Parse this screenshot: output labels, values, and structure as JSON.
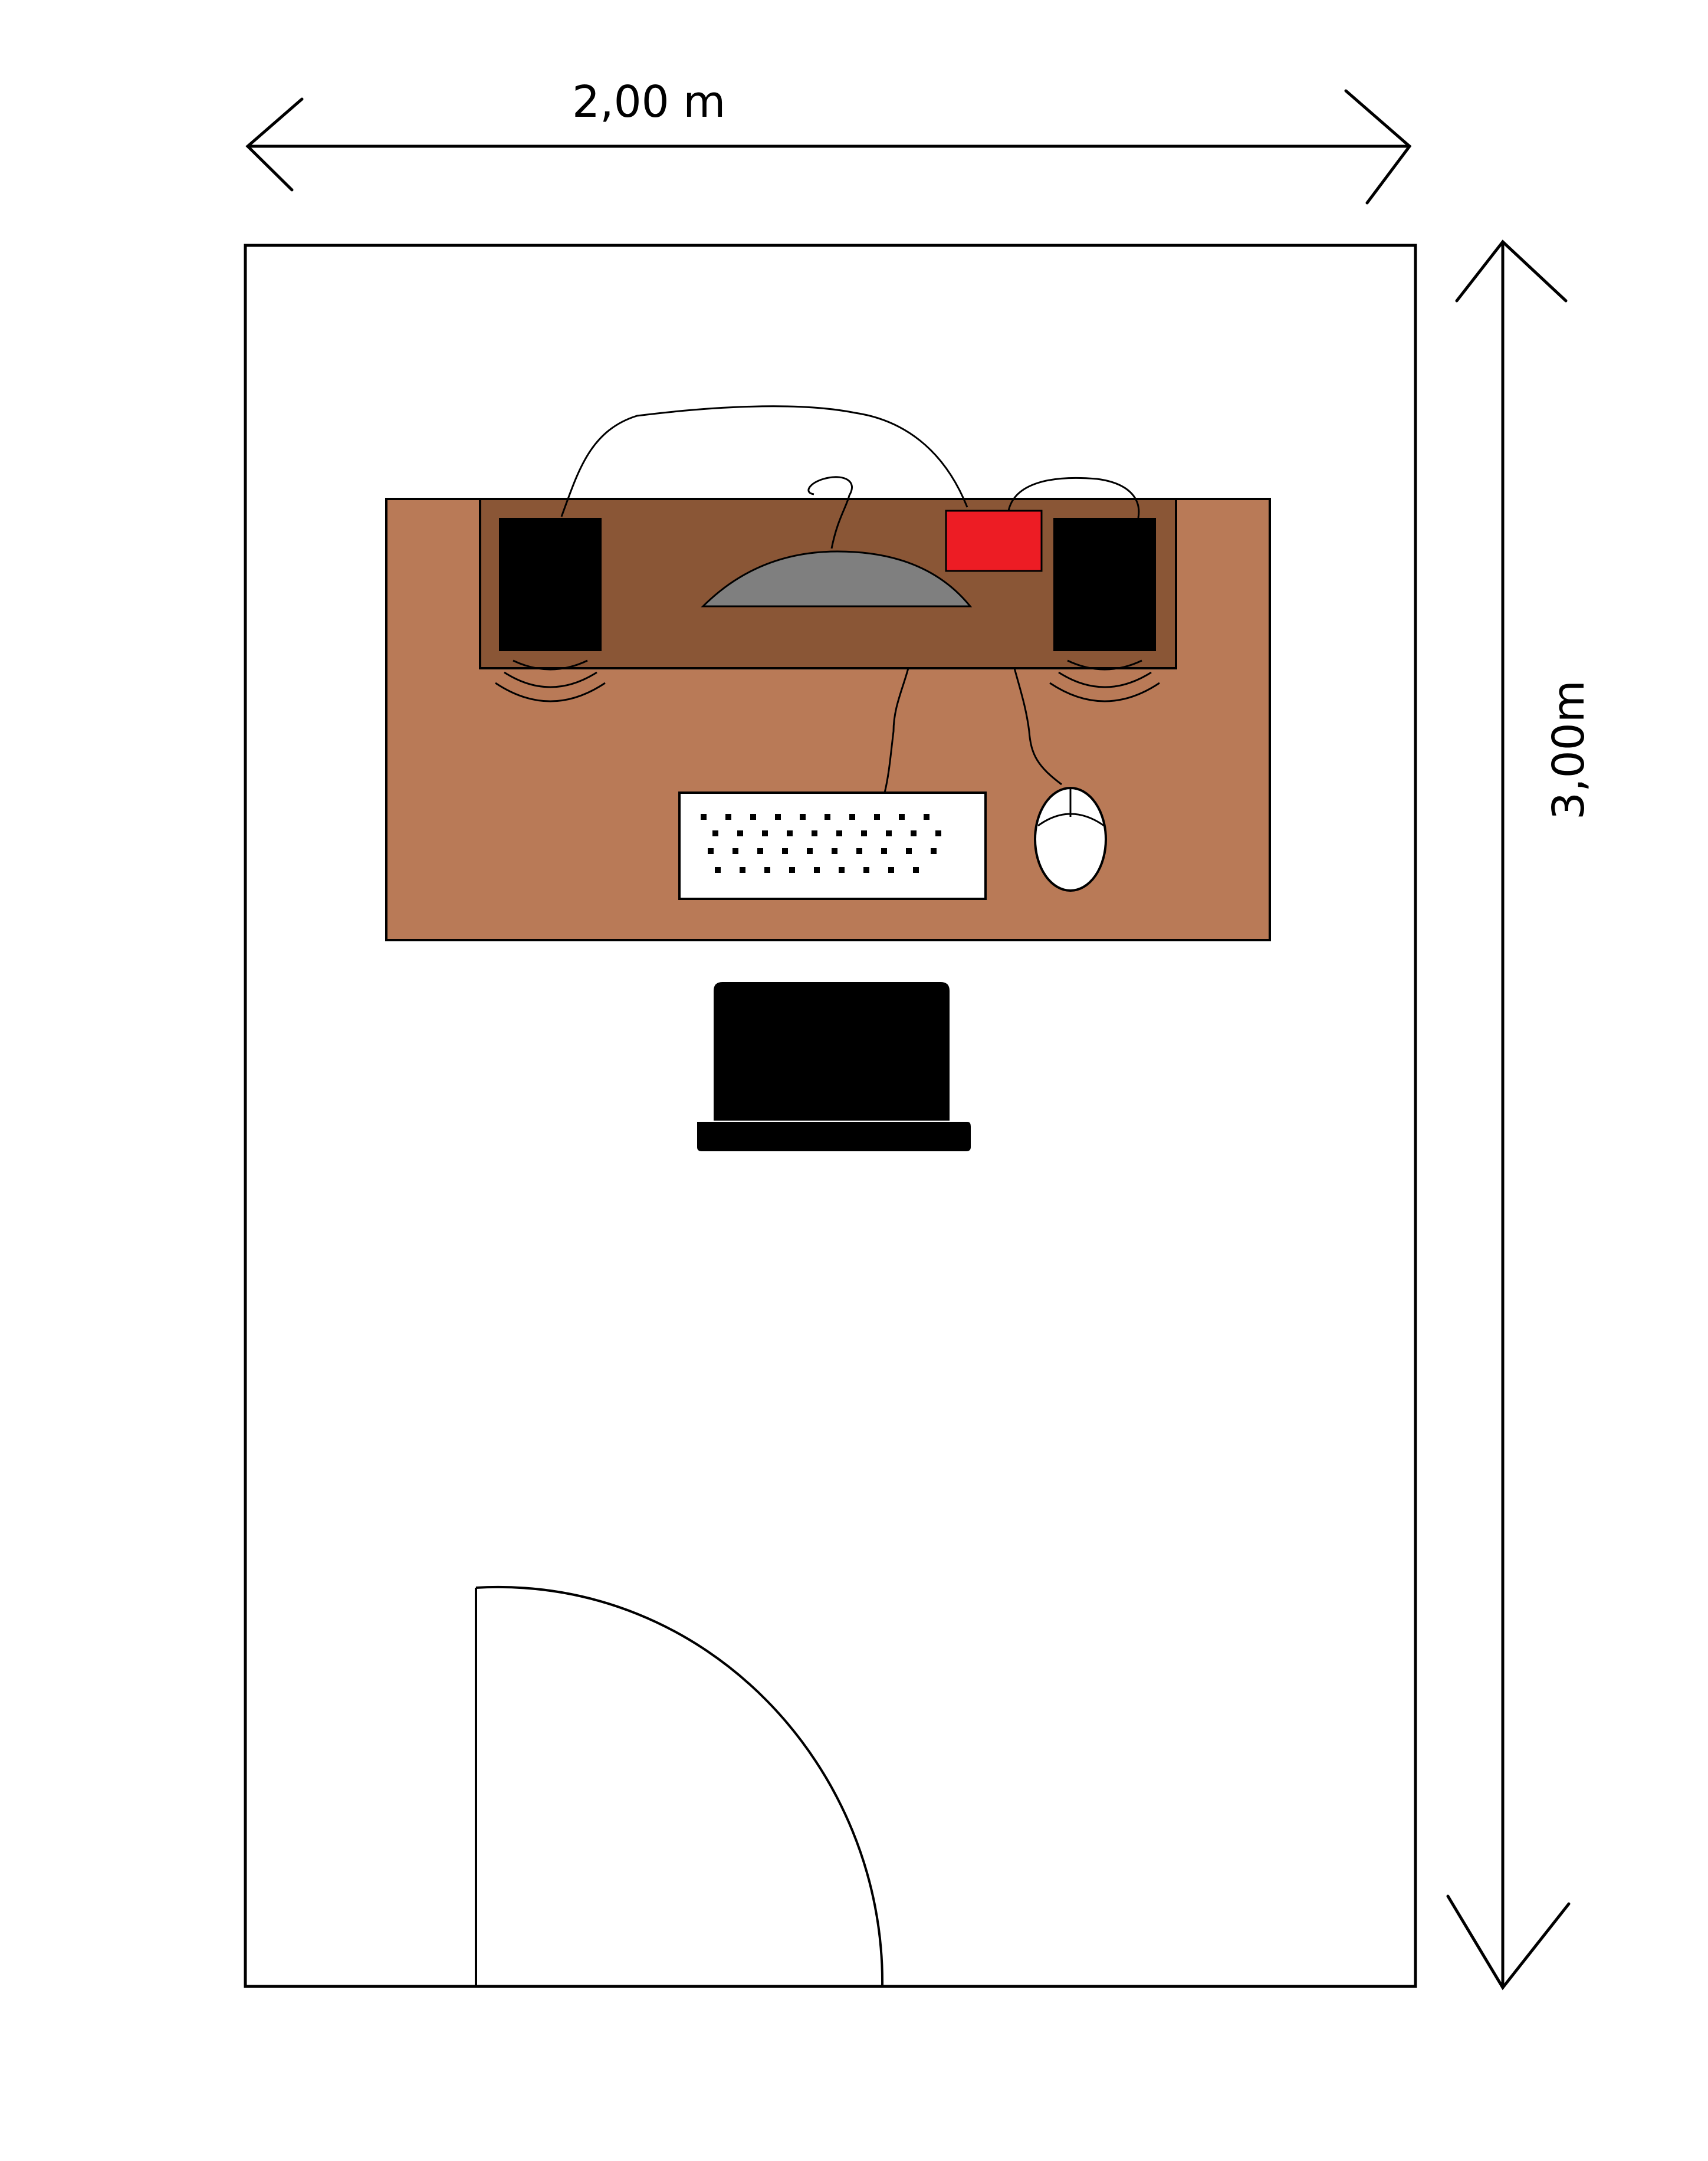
{
  "dimensions": {
    "width_label": "2,00 m",
    "height_label": "3,00m"
  },
  "colors": {
    "background": "#ffffff",
    "line": "#000000",
    "desk_surface": "#b97a57",
    "monitor_shelf": "#8a5636",
    "speaker": "#000000",
    "monitor": "#7f7f7f",
    "red_device": "#ed1c24",
    "keyboard": "#ffffff",
    "mouse": "#ffffff",
    "chair": "#000000"
  },
  "objects": {
    "room": "room-outline",
    "desk": "desk",
    "shelf": "monitor-shelf",
    "speakers": [
      "speaker-left",
      "speaker-right"
    ],
    "monitor": "monitor",
    "device": "red-device",
    "keyboard": "keyboard",
    "mouse": "mouse",
    "chair": "office-chair",
    "door": "door-swing"
  }
}
